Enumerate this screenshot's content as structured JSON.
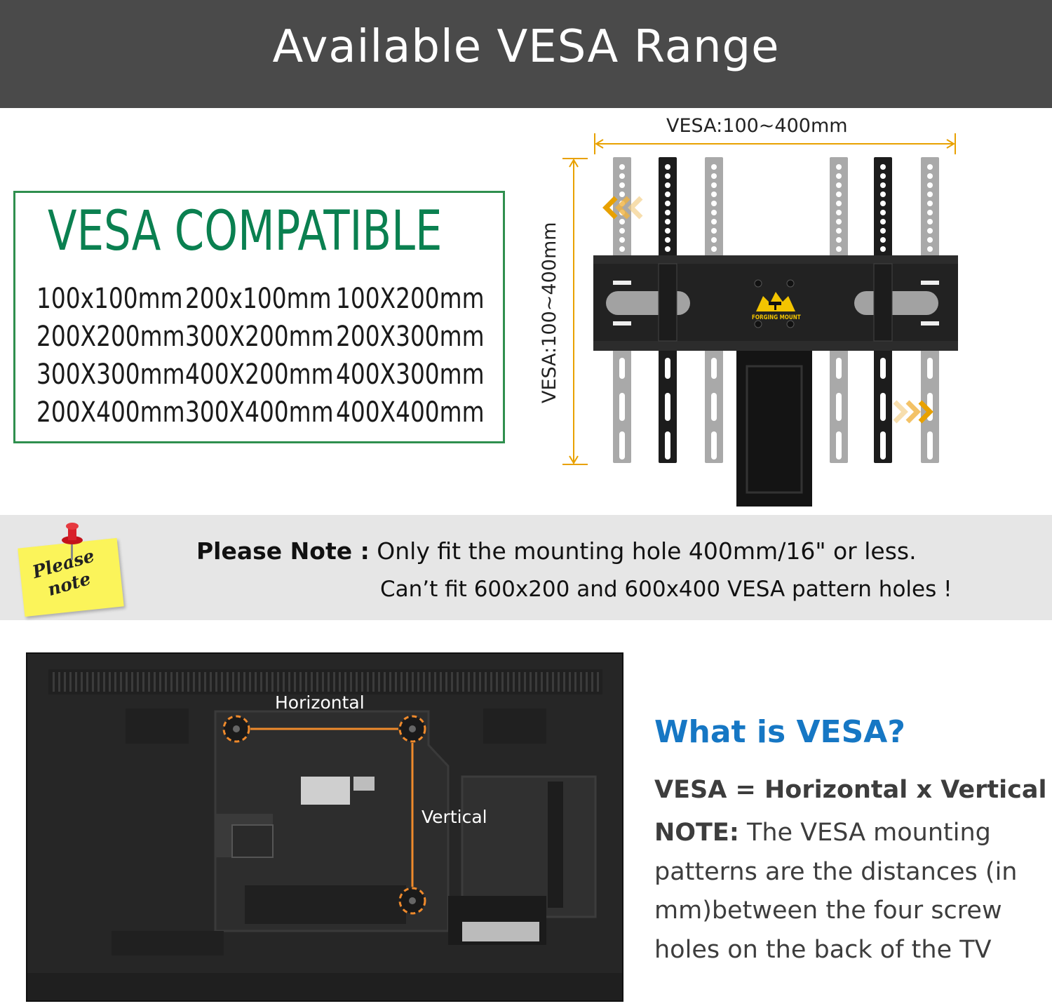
{
  "header": {
    "title": "Available VESA Range"
  },
  "compat": {
    "title": "VESA COMPATIBLE",
    "rows": [
      [
        "100x100mm",
        "200x100mm",
        "100X200mm"
      ],
      [
        "200X200mm",
        "300X200mm",
        "200X300mm"
      ],
      [
        "300X300mm",
        "400X200mm",
        "400X300mm"
      ],
      [
        "200X400mm",
        "300X400mm",
        "400X400mm"
      ]
    ]
  },
  "diagram": {
    "horizontal_label": "VESA:100~400mm",
    "vertical_label": "VESA:100~400mm",
    "brand": "FORGING MOUNT",
    "colors": {
      "arrow": "#e8a100",
      "arm_dark": "#1c1c1c",
      "arm_light": "#a9a9a9",
      "plate": "#222222"
    }
  },
  "note": {
    "sticky_line1": "Please",
    "sticky_line2": "note",
    "label": "Please Note :",
    "line1": "Only fit the mounting hole 400mm/16\" or less.",
    "line2": "Can’t fit 600x200 and 600x400 VESA pattern holes !"
  },
  "tv": {
    "horizontal_label": "Horizontal",
    "vertical_label": "Vertical",
    "colors": {
      "guide": "#ef8a2c"
    }
  },
  "what": {
    "title": "What is VESA?",
    "equation": "VESA = Horizontal x Vertical",
    "note_label": "NOTE:",
    "note_text": " The VESA mounting patterns are the distances (in mm)between the four screw holes on the back of the TV"
  },
  "colors": {
    "header_bg": "#4a4a4a",
    "green": "#0a8050",
    "blue": "#1677c4",
    "band_bg": "#e6e6e6"
  }
}
